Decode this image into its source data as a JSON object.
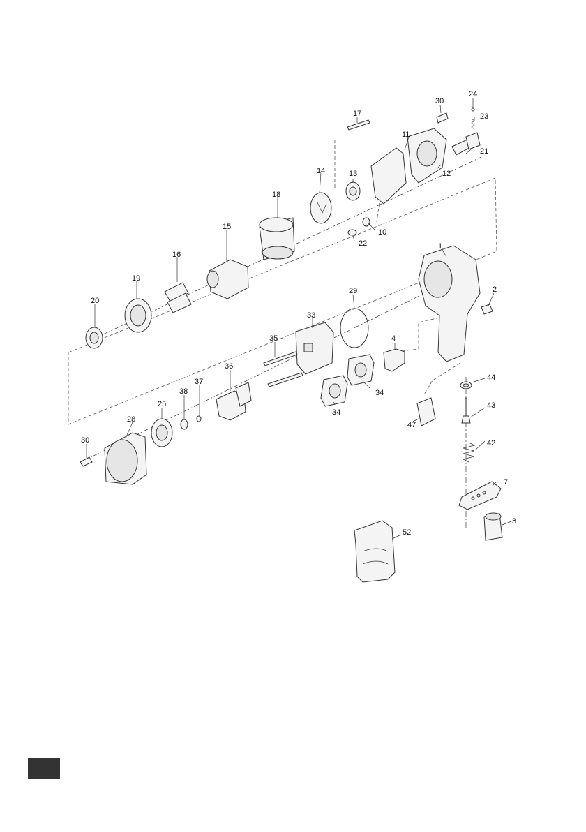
{
  "diagram": {
    "part_numbers": {
      "p1": "1",
      "p2": "2",
      "p3": "3",
      "p4": "4",
      "p7": "7",
      "p10": "10",
      "p11": "11",
      "p12": "12",
      "p13": "13",
      "p14": "14",
      "p15": "15",
      "p16": "16",
      "p17": "17",
      "p18": "18",
      "p19": "19",
      "p20": "20",
      "p21": "21",
      "p22": "22",
      "p23": "23",
      "p24": "24",
      "p25": "25",
      "p28": "28",
      "p29": "29",
      "p30a": "30",
      "p30b": "30",
      "p33": "33",
      "p34a": "34",
      "p34b": "34",
      "p35": "35",
      "p36": "36",
      "p37": "37",
      "p38": "38",
      "p42": "42",
      "p43": "43",
      "p44": "44",
      "p47": "47",
      "p52": "52"
    }
  },
  "colors": {
    "line": "#333333",
    "footer_block": "#333333"
  }
}
